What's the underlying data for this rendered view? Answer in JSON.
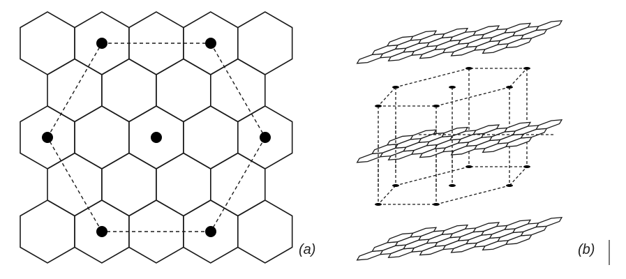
{
  "panels": [
    {
      "label": "(a)",
      "description_kind": "hexagonal lattice top view"
    },
    {
      "label": "(b)",
      "description_kind": "stacked layers"
    }
  ],
  "colors": {
    "stroke": "#1a1a1a",
    "background": "#ffffff"
  }
}
